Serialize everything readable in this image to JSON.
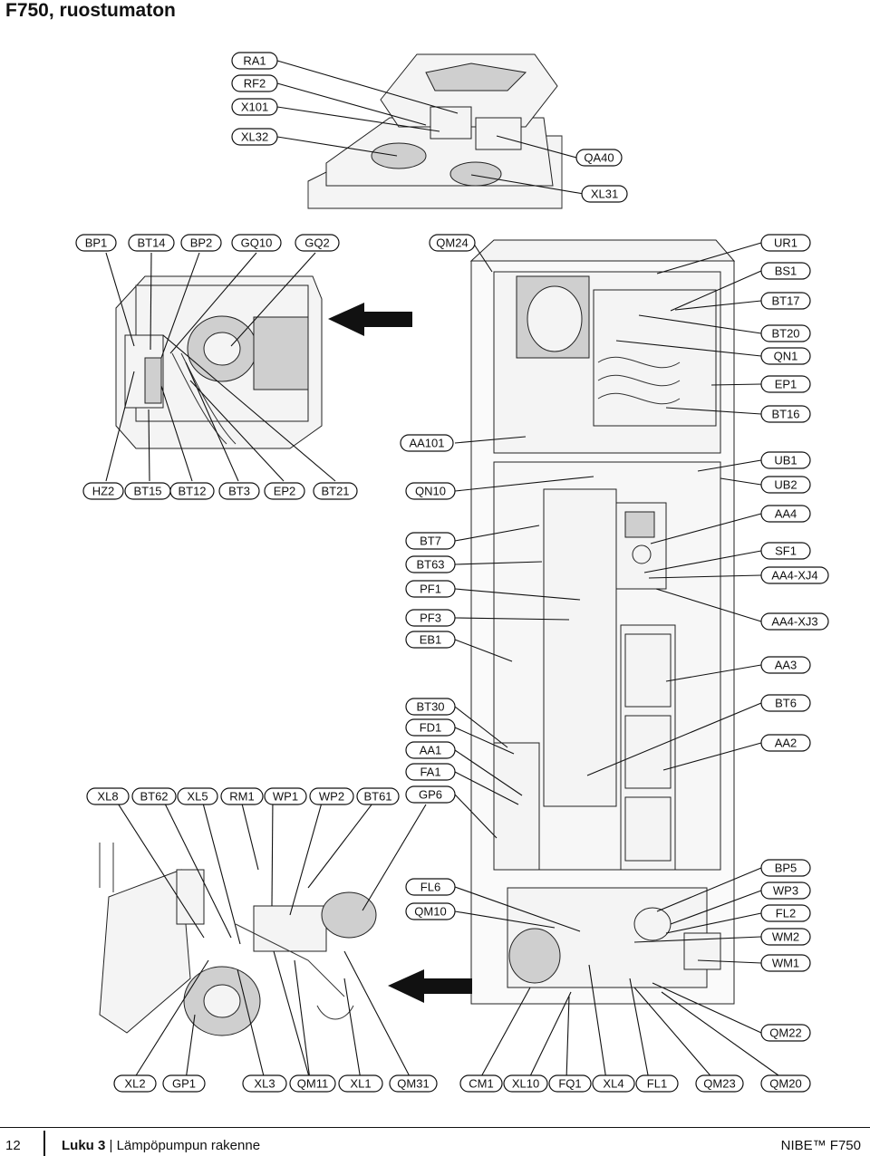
{
  "page": {
    "title": "F750, ruostumaton",
    "page_number": "12",
    "chapter_label": "Luku 3",
    "chapter_sep": "|",
    "chapter_title": "Lämpöpumpun rakenne",
    "brand": "NIBE™ F750"
  },
  "labels": {
    "RA1": "RA1",
    "RF2": "RF2",
    "X101": "X101",
    "XL32": "XL32",
    "QA40": "QA40",
    "XL31": "XL31",
    "BP1": "BP1",
    "BT14": "BT14",
    "BP2": "BP2",
    "GQ10": "GQ10",
    "GQ2": "GQ2",
    "QM24": "QM24",
    "UR1": "UR1",
    "BS1": "BS1",
    "BT17": "BT17",
    "BT20": "BT20",
    "QN1": "QN1",
    "EP1": "EP1",
    "BT16": "BT16",
    "AA101": "AA101",
    "HZ2": "HZ2",
    "BT15": "BT15",
    "BT12": "BT12",
    "BT3": "BT3",
    "EP2": "EP2",
    "BT21": "BT21",
    "QN10": "QN10",
    "UB1": "UB1",
    "UB2": "UB2",
    "AA4": "AA4",
    "BT7": "BT7",
    "BT63": "BT63",
    "PF1": "PF1",
    "SF1": "SF1",
    "AA4_XJ4": "AA4-XJ4",
    "PF3": "PF3",
    "EB1": "EB1",
    "AA4_XJ3": "AA4-XJ3",
    "AA3": "AA3",
    "BT30": "BT30",
    "FD1": "FD1",
    "AA1": "AA1",
    "FA1": "FA1",
    "GP6": "GP6",
    "BT6": "BT6",
    "AA2": "AA2",
    "XL8": "XL8",
    "BT62": "BT62",
    "XL5": "XL5",
    "RM1": "RM1",
    "WP1": "WP1",
    "WP2": "WP2",
    "BT61": "BT61",
    "FL6": "FL6",
    "QM10": "QM10",
    "BP5": "BP5",
    "WP3": "WP3",
    "FL2": "FL2",
    "WM2": "WM2",
    "WM1": "WM1",
    "QM22": "QM22",
    "XL2": "XL2",
    "GP1": "GP1",
    "XL3": "XL3",
    "QM11": "QM11",
    "XL1": "XL1",
    "QM31": "QM31",
    "CM1": "CM1",
    "XL10": "XL10",
    "FQ1": "FQ1",
    "XL4": "XL4",
    "FL1": "FL1",
    "QM23": "QM23",
    "QM20": "QM20"
  }
}
